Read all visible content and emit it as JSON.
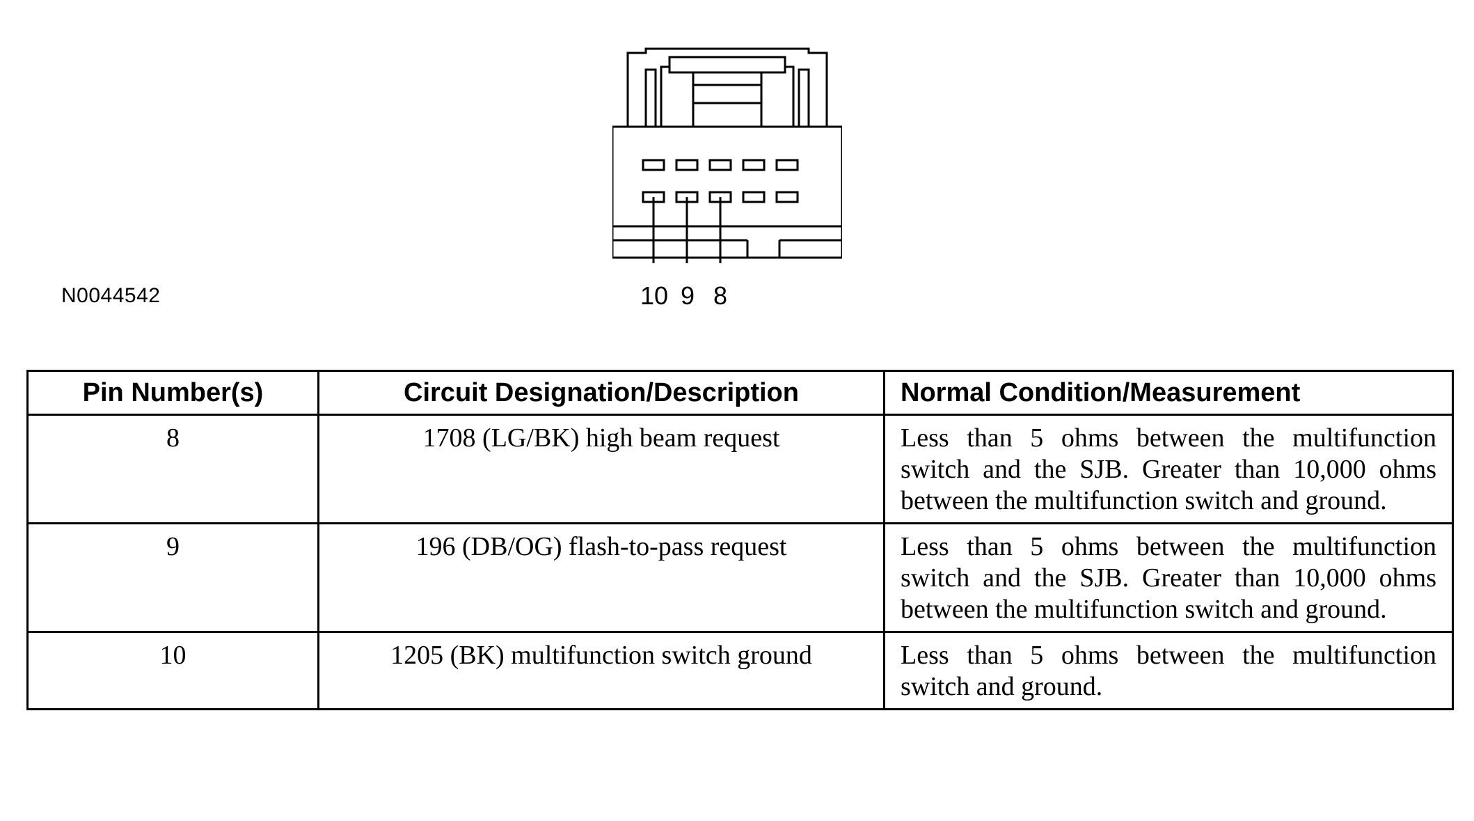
{
  "figure": {
    "id": "N0044542",
    "pin_labels": [
      "10",
      "9",
      "8"
    ]
  },
  "table": {
    "headers": [
      "Pin Number(s)",
      "Circuit Designation/Description",
      "Normal Condition/Measurement"
    ],
    "rows": [
      {
        "pin": "8",
        "circuit": "1708 (LG/BK) high beam request",
        "condition": "Less than 5 ohms between the multifunction switch and the SJB. Greater than 10,000 ohms between the multifunction switch and ground."
      },
      {
        "pin": "9",
        "circuit": "196 (DB/OG) flash-to-pass request",
        "condition": "Less than 5 ohms between the multifunction switch and the SJB. Greater than 10,000 ohms between the multifunction switch and ground."
      },
      {
        "pin": "10",
        "circuit": "1205 (BK) multifunction switch ground",
        "condition": "Less than 5 ohms between the multifunction switch and ground."
      }
    ]
  }
}
